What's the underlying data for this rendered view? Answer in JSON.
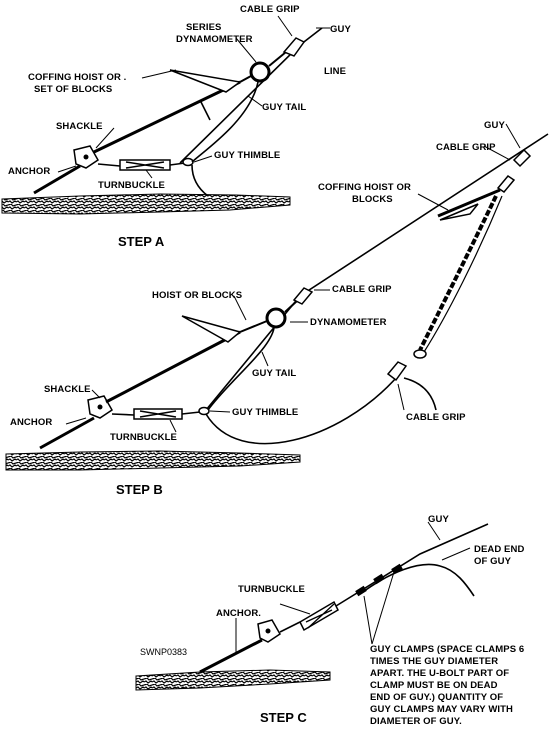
{
  "step_a": {
    "title": "STEP A",
    "labels": {
      "cable_grip": "CABLE GRIP",
      "guy": "GUY",
      "series": "SERIES",
      "dynamometer": "DYNAMOMETER",
      "line": "LINE",
      "hoist_line1": "COFFING HOIST OR .",
      "hoist_line2": "SET OF BLOCKS",
      "guy_tail": "GUY TAIL",
      "shackle": "SHACKLE",
      "guy_thimble": "GUY THIMBLE",
      "anchor": "ANCHOR",
      "turnbuckle": "TURNBUCKLE"
    }
  },
  "step_b": {
    "title": "STEP B",
    "labels": {
      "guy": "GUY",
      "cable_grip_top": "CABLE GRIP",
      "hoist_line1": "COFFING HOIST OR",
      "hoist_line2": "BLOCKS",
      "hoist_or_blocks": "HOIST OR BLOCKS",
      "cable_grip_mid": "CABLE GRIP",
      "dynamometer": "DYNAMOMETER",
      "guy_tail": "GUY TAIL",
      "shackle": "SHACKLE",
      "anchor": "ANCHOR",
      "guy_thimble": "GUY THIMBLE",
      "turnbuckle": "TURNBUCKLE",
      "cable_grip_low": "CABLE GRIP"
    }
  },
  "step_c": {
    "title": "STEP C",
    "labels": {
      "guy": "GUY",
      "dead_end_line1": "DEAD END",
      "dead_end_line2": "OF GUY",
      "turnbuckle": "TURNBUCKLE",
      "anchor": "ANCHOR.",
      "code": "SWNP0383",
      "note": [
        "GUY CLAMPS (SPACE CLAMPS 6",
        "TIMES THE GUY DIAMETER",
        "APART.  THE U-BOLT PART OF",
        "CLAMP MUST BE ON DEAD",
        "END OF GUY.)  QUANTITY OF",
        "GUY CLAMPS MAY VARY WITH",
        "DIAMETER OF GUY."
      ]
    }
  }
}
